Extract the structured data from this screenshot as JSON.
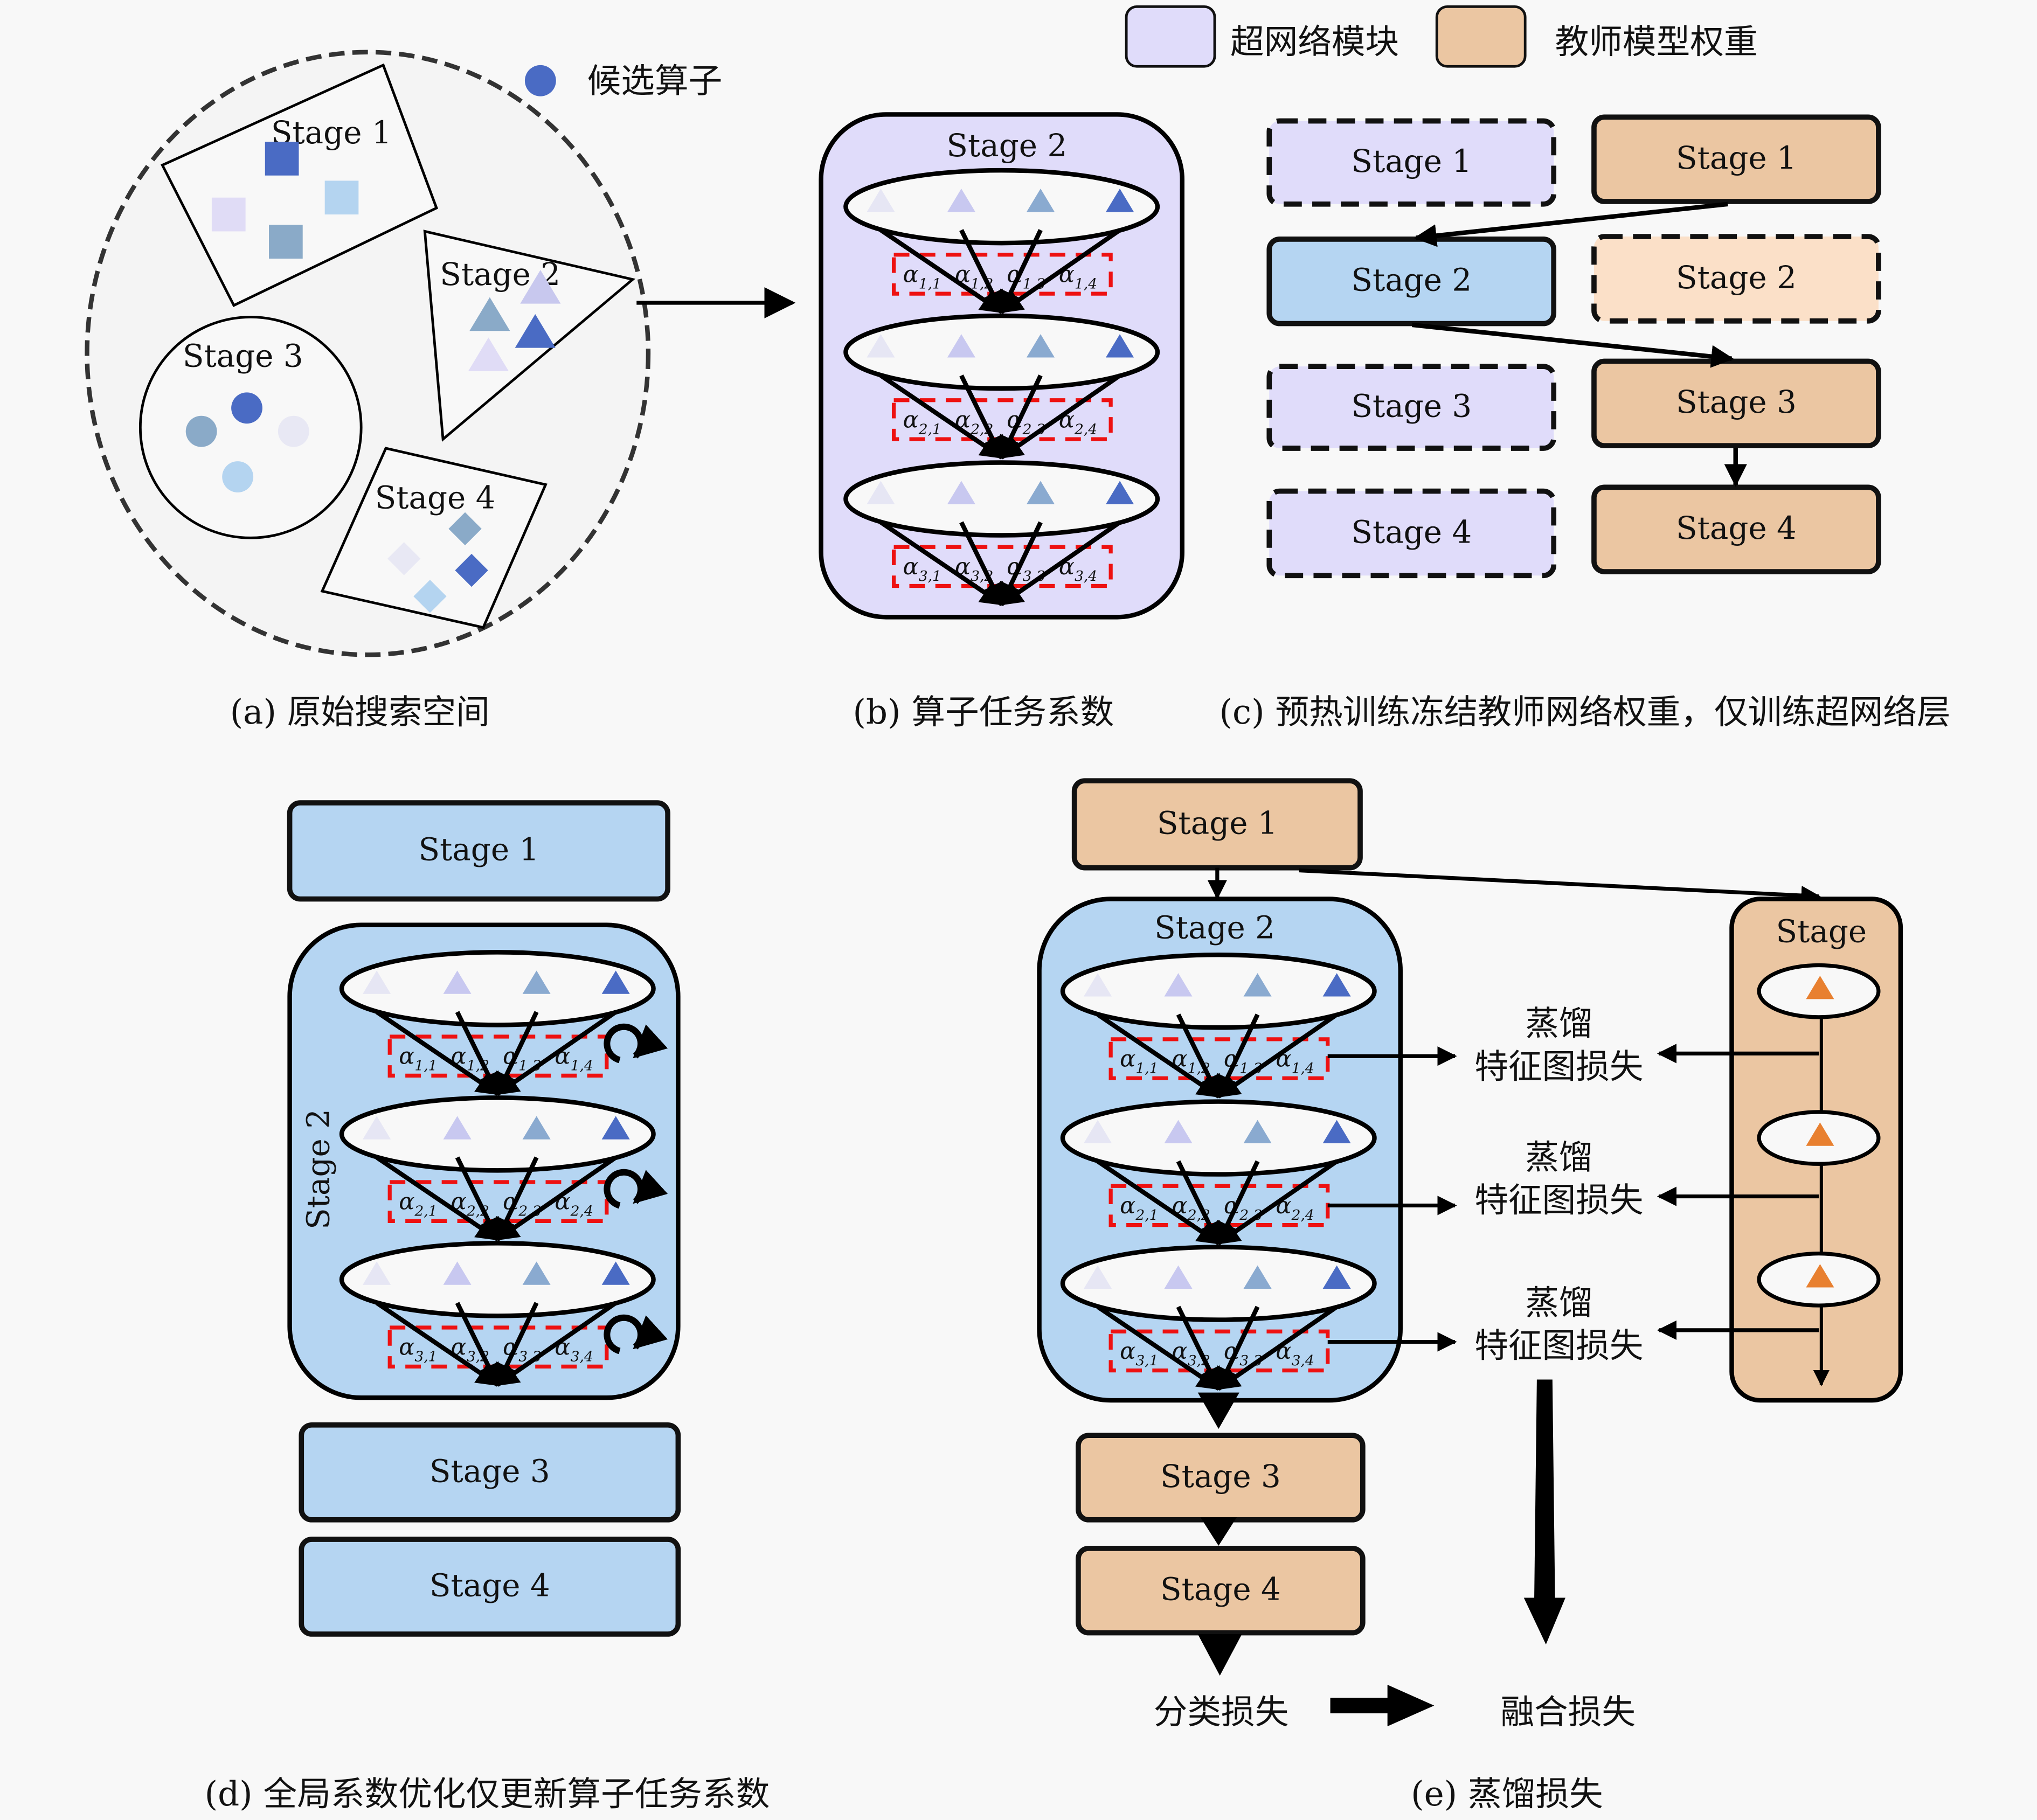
{
  "legend": {
    "supernet_label": "超网络模块",
    "teacher_label": "教师模型权重",
    "candidate_label": "候选算子"
  },
  "colors": {
    "supernet_fill": "#e0dcfa",
    "teacher_fill": "#ebc6a2",
    "teacher_light_fill": "#fbe0c8",
    "trained_fill": "#b5d5f2",
    "op_dark": "#4a6bc4",
    "op_mid": "#8aaad0",
    "op_light": "#c8c8f0",
    "op_pale": "#e6e6f4",
    "op_sky": "#b4d4f0",
    "teacher_op": "#e88030",
    "alpha_dash": "#ee1111",
    "alpha_text": "#e0a060"
  },
  "panel_a": {
    "stages": [
      "Stage 1",
      "Stage 2",
      "Stage 3",
      "Stage 4"
    ],
    "caption": "(a) 原始搜索空间"
  },
  "panel_b": {
    "title": "Stage 2",
    "alpha_symbol": "α",
    "alpha_rows": [
      [
        "1,1",
        "1,2",
        "1,3",
        "1,4"
      ],
      [
        "2,1",
        "2,2",
        "2,3",
        "2,4"
      ],
      [
        "3,1",
        "3,2",
        "3,3",
        "3,4"
      ]
    ],
    "caption": "(b) 算子任务系数"
  },
  "panel_c": {
    "supernet_stages": [
      "Stage 1",
      "Stage 2",
      "Stage 3",
      "Stage 4"
    ],
    "teacher_stages": [
      "Stage 1",
      "Stage 2",
      "Stage 3",
      "Stage 4"
    ],
    "caption": "(c) 预热训练冻结教师网络权重，仅训练超网络层"
  },
  "panel_d": {
    "stage1": "Stage 1",
    "stage2": "Stage 2",
    "stage3": "Stage 3",
    "stage4": "Stage 4",
    "caption": "(d) 全局系数优化仅更新算子任务系数"
  },
  "panel_e": {
    "stage1": "Stage 1",
    "stage2": "Stage 2",
    "stage3": "Stage 3",
    "stage4": "Stage 4",
    "teacher_title": "Stage",
    "distill_top": "蒸馏",
    "distill_bottom": "特征图损失",
    "cls_loss": "分类损失",
    "fused_loss": "融合损失",
    "caption": "(e) 蒸馏损失"
  }
}
